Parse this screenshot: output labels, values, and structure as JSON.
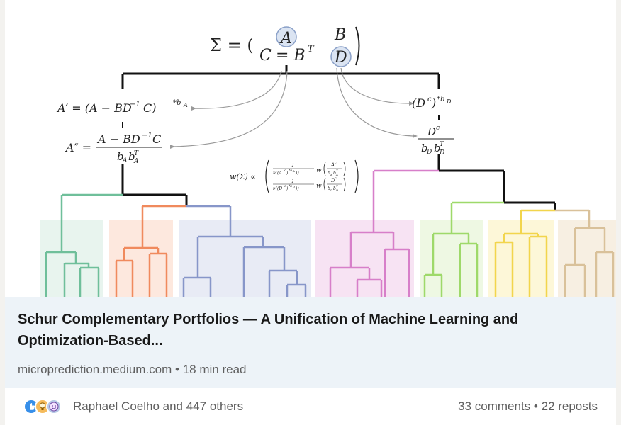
{
  "figure": {
    "sigma_lhs": "Σ = (",
    "sym_a": "A",
    "sym_b": "B",
    "sym_c": "C",
    "sym_eq_bt": "= B",
    "sym_t": "T",
    "sym_d": "D",
    "a_prime": "A′ = (A − BD",
    "a_prime_exp": "−1",
    "a_prime_tail": "C)",
    "a_prime_sup": "*b",
    "a_prime_sub": "A",
    "a_dbl_lhs": "A″ =",
    "a_dbl_num": "A − BD",
    "a_dbl_num_exp": "−1",
    "a_dbl_num_tail": "C",
    "a_dbl_den": "b",
    "a_dbl_den_sub": "A",
    "a_dbl_den_b": "b",
    "a_dbl_den_bt": "T",
    "a_dbl_den_bsub": "A",
    "dc_text": "(D",
    "dc_sup": "c",
    "dc_tail": ")",
    "dc_exp": "*b",
    "dc_exp_sub": "D",
    "dfrac_num": "D",
    "dfrac_num_sup": "c",
    "dfrac_den": "b",
    "dfrac_den_sub": "D",
    "dfrac_den_b": "b",
    "dfrac_den_bt": "T",
    "dfrac_den_bsub": "D",
    "w_lhs": "w(Σ) ∝",
    "w_row1_num": "1",
    "w_row1_den": "ν((A",
    "w_row1_den_sup": "c",
    "w_row1_den_tail": ")",
    "w_row1_den_exp": "*b",
    "w_row1_den_expsub": "A",
    "w_row1_den_close": "))",
    "w_row1_w": "w",
    "w_row1_frac_num": "A",
    "w_row1_frac_num_sup": "c",
    "w_row1_frac_den": "b",
    "w_row1_frac_den_sub": "A",
    "w_row1_frac_den_b": "b",
    "w_row1_frac_den_bt": "T",
    "w_row1_frac_den_bsub": "A",
    "w_row2_num": "1",
    "w_row2_den": "ν((D",
    "w_row2_den_sup": "c",
    "w_row2_den_tail": ")",
    "w_row2_den_exp": "*b",
    "w_row2_den_expsub": "D",
    "w_row2_den_close": "))",
    "w_row2_w": "w",
    "w_row2_frac_num": "D",
    "w_row2_frac_num_sup": "c",
    "w_row2_frac_den": "b",
    "w_row2_frac_den_sub": "D",
    "w_row2_frac_den_b": "b",
    "w_row2_frac_den_bt": "T",
    "w_row2_frac_den_bsub": "D",
    "colors": {
      "cluster1": "#6fbf9a",
      "cluster1_bg": "#e8f4ee",
      "cluster2": "#f08a5d",
      "cluster2_bg": "#fde8de",
      "cluster3": "#8796c9",
      "cluster3_bg": "#e8ebf5",
      "cluster4": "#d77fc9",
      "cluster4_bg": "#f7e3f3",
      "cluster5": "#9ed96a",
      "cluster5_bg": "#eef8e3",
      "cluster6": "#f2d54c",
      "cluster6_bg": "#fdf7d8",
      "cluster7": "#d9c19a",
      "cluster7_bg": "#f7efe2"
    }
  },
  "article": {
    "title": "Schur Complementary Portfolios — A Unification of Machine Learning and Optimization-Based...",
    "source": "microprediction.medium.com",
    "separator": "•",
    "read_time": "18 min read"
  },
  "social": {
    "reaction_icons": [
      "like-icon",
      "insightful-icon",
      "funny-icon"
    ],
    "reactors": "Raphael Coelho and 447 others",
    "comments": "33 comments",
    "dot": "•",
    "reposts": "22 reposts"
  }
}
